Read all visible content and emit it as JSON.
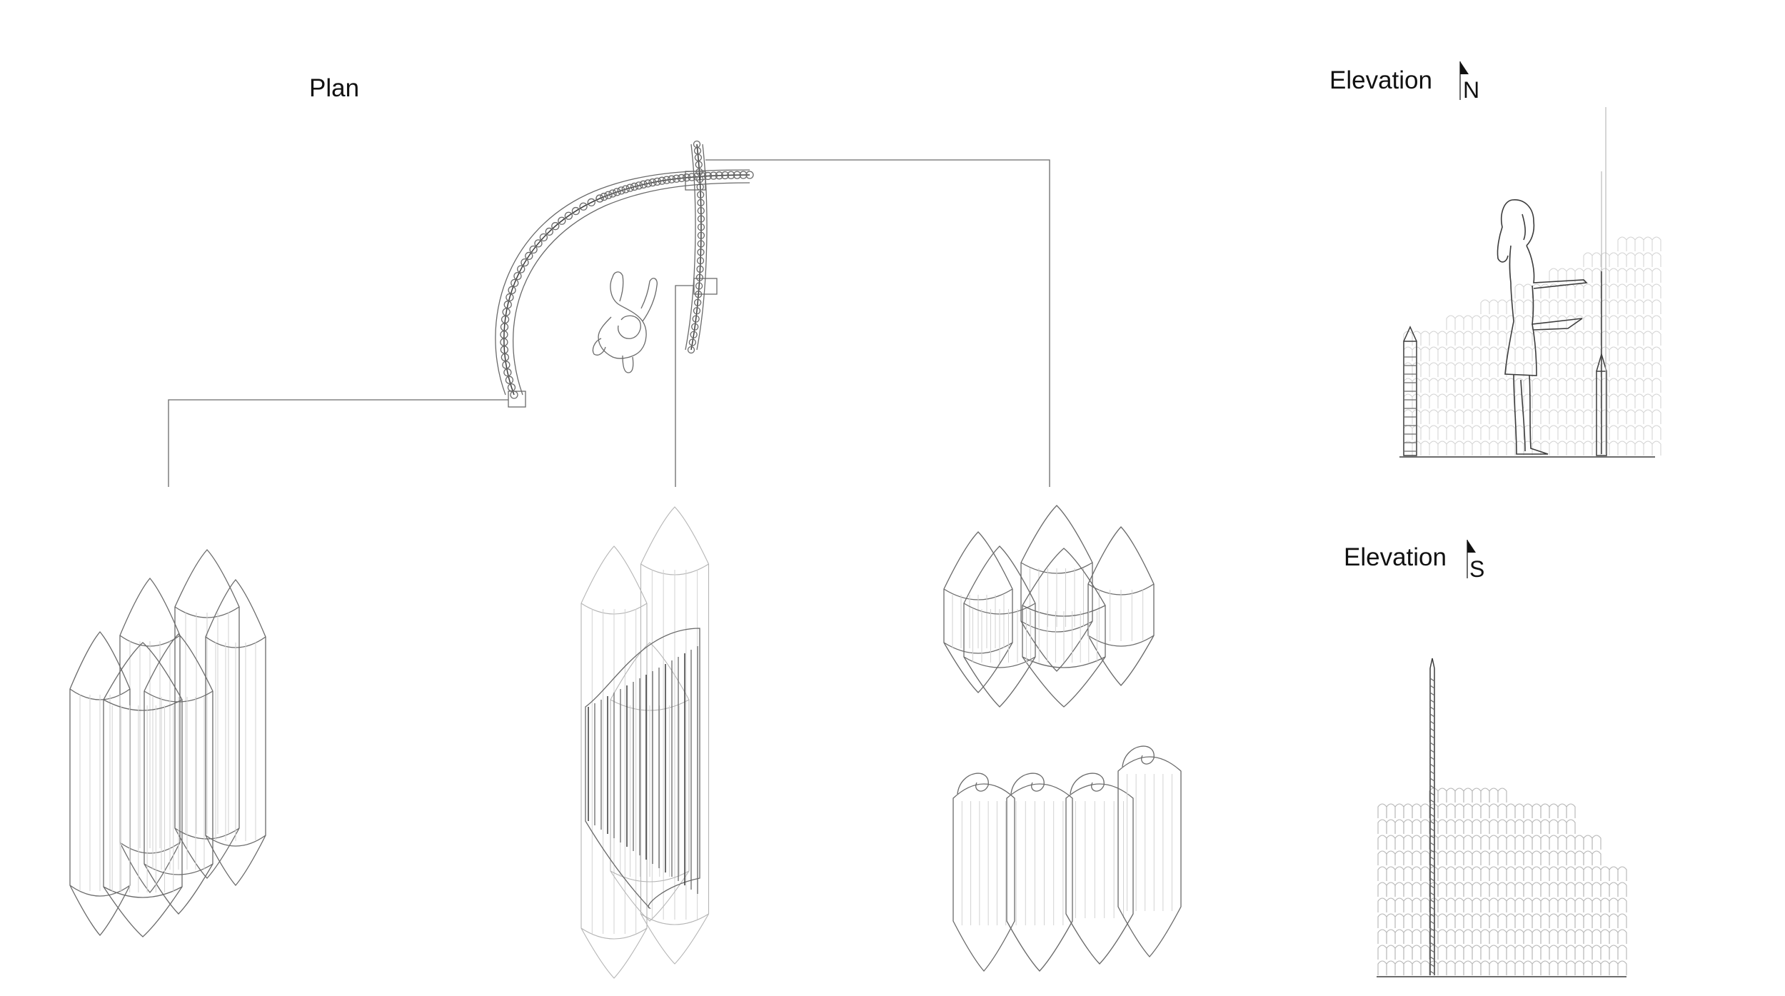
{
  "labels": {
    "plan": "Plan",
    "elevation_north": "Elevation",
    "elevation_south": "Elevation",
    "north_letter": "N",
    "south_letter": "S"
  },
  "colors": {
    "line": "#6a6a6a",
    "line_dark": "#3c3c3c",
    "line_faint": "#b5b5b5",
    "text": "#111111",
    "background": "#ffffff"
  },
  "icons": {
    "north_arrow": "north-arrow-icon",
    "south_arrow": "south-arrow-icon",
    "figure_plan": "person-topview-icon",
    "figure_elevation": "woman-standing-icon"
  }
}
